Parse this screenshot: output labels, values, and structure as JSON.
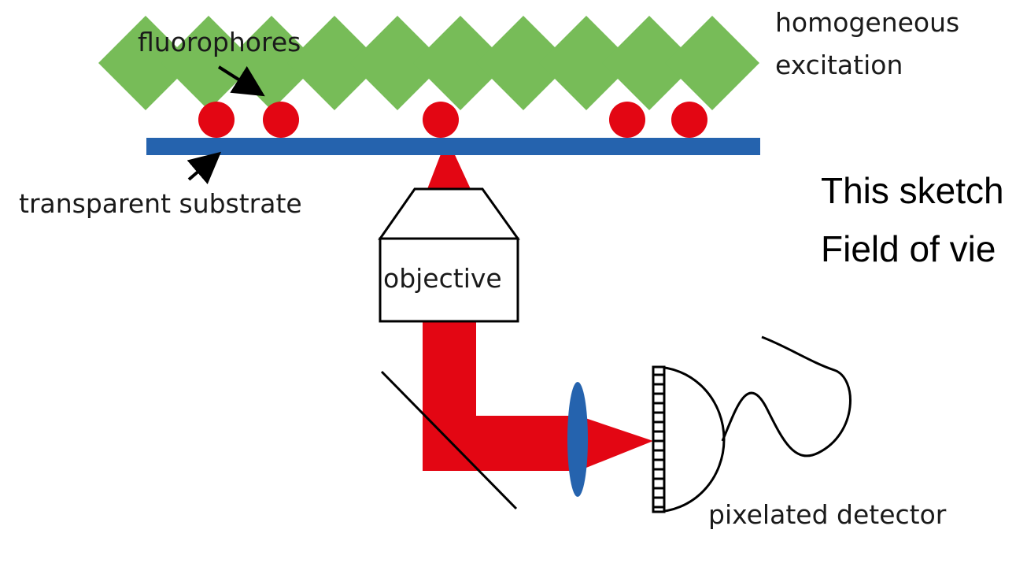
{
  "labels": {
    "homogeneous": "homogeneous",
    "excitation": "excitation",
    "fluorophores": "fluorophores",
    "substrate": "transparent substrate",
    "objective": "objective",
    "detector": "pixelated detector",
    "caption_line1": "This sketch",
    "caption_line2": "Field of vie"
  },
  "colors": {
    "excitation": "#77bc58",
    "fluorophore": "#e30613",
    "substrate": "#2563ae",
    "beam": "#e30613",
    "lens": "#2563ae",
    "outline": "#000000"
  },
  "icons": {
    "objective": "objective-lens-icon",
    "detector": "pixelated-detector-icon",
    "mirror": "mirror-icon"
  }
}
